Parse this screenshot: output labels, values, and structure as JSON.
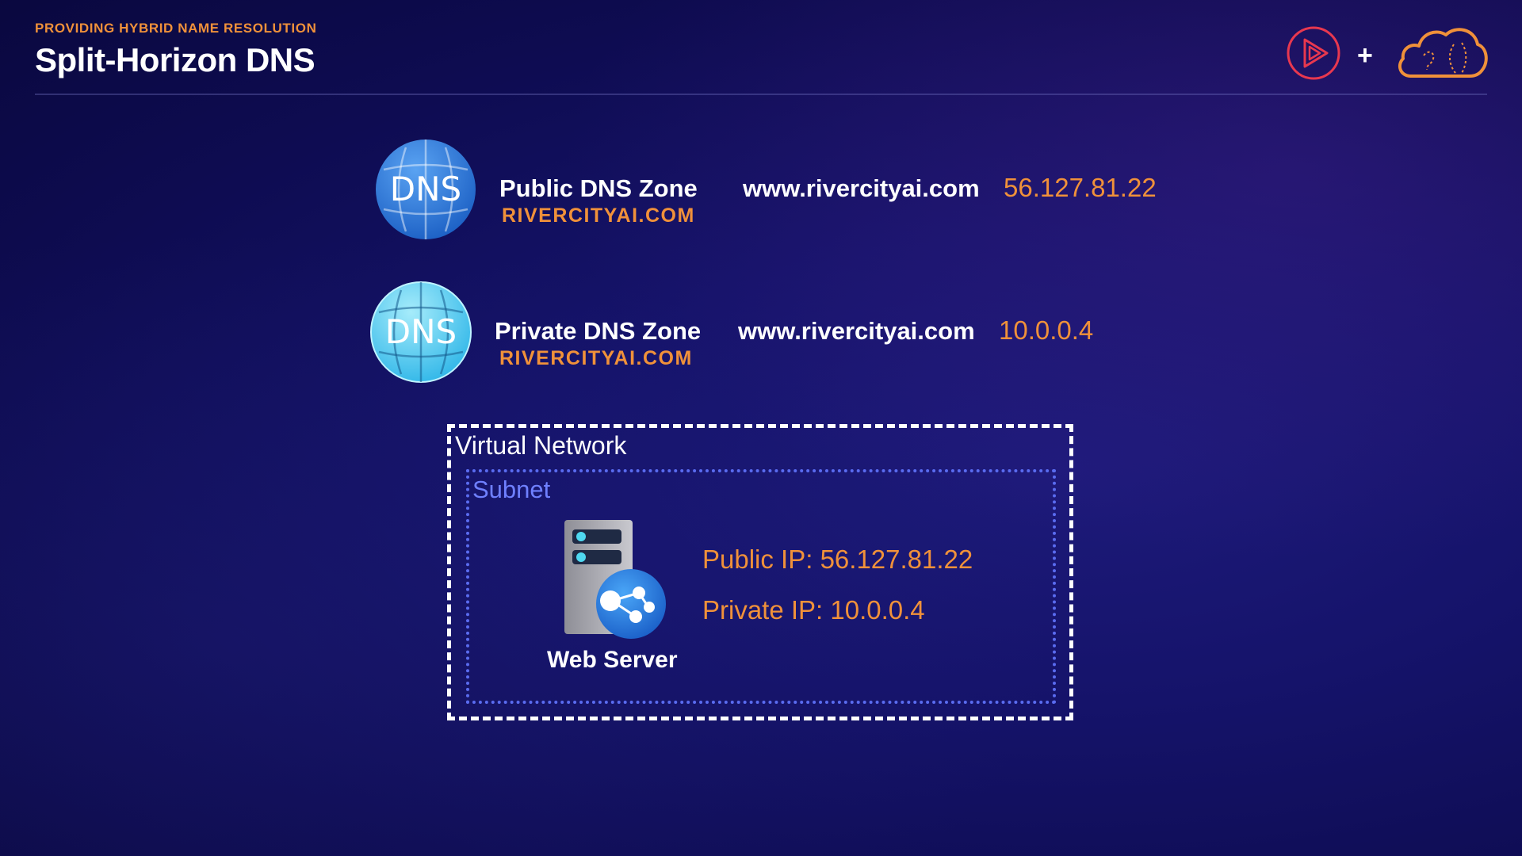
{
  "header": {
    "eyebrow": "PROVIDING HYBRID NAME RESOLUTION",
    "title": "Split-Horizon DNS",
    "plus": "+"
  },
  "colors": {
    "accent_orange": "#f0913a",
    "background": "#15136a",
    "subnet_blue": "#5a6cf0",
    "public_dns_blue": "#2f7fe0",
    "private_dns_cyan": "#4cc8f0"
  },
  "icons": {
    "brand_play": "play-logo-icon",
    "brand_cloud": "cloud-logo-icon",
    "public_dns": "dns-globe-icon",
    "private_dns": "dns-globe-icon",
    "server": "web-server-icon"
  },
  "zones": [
    {
      "icon_text": "DNS",
      "name": "Public DNS Zone",
      "domain": "RIVERCITYAI.COM",
      "host": "www.rivercityai.com",
      "ip": "56.127.81.22"
    },
    {
      "icon_text": "DNS",
      "name": "Private DNS Zone",
      "domain": "RIVERCITYAI.COM",
      "host": "www.rivercityai.com",
      "ip": "10.0.0.4"
    }
  ],
  "network": {
    "vnet_label": "Virtual Network",
    "subnet_label": "Subnet",
    "server_label": "Web Server",
    "public_ip": "Public IP: 56.127.81.22",
    "private_ip": "Private IP: 10.0.0.4"
  }
}
